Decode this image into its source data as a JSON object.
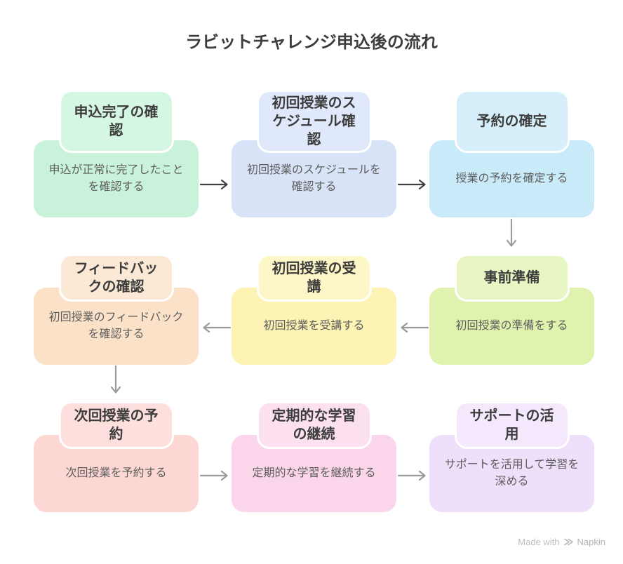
{
  "title": "ラビットチャレンジ申込後の流れ",
  "nodes": [
    {
      "title": "申込完了の確認",
      "description": "申込が正常に完了したことを確認する",
      "body_color": "#c9f2da",
      "header_color": "#d5f6e3"
    },
    {
      "title": "初回授業のスケジュール確認",
      "description": "初回授業のスケジュールを確認する",
      "body_color": "#d8e3f8",
      "header_color": "#e0e9fb"
    },
    {
      "title": "予約の確定",
      "description": "授業の予約を確定する",
      "body_color": "#c9eaf8",
      "header_color": "#d6effa"
    },
    {
      "title": "事前準備",
      "description": "初回授業の準備をする",
      "body_color": "#dff3ae",
      "header_color": "#e7f6c2"
    },
    {
      "title": "初回授業の受講",
      "description": "初回授業を受講する",
      "body_color": "#fcf3b4",
      "header_color": "#fdf6c6"
    },
    {
      "title": "フィードバックの確認",
      "description": "初回授業のフィードバックを確認する",
      "body_color": "#fae1c7",
      "header_color": "#fbe9d5"
    },
    {
      "title": "次回授業の予約",
      "description": "次回授業を予約する",
      "body_color": "#fcd7d3",
      "header_color": "#fde0dd"
    },
    {
      "title": "定期的な学習の継続",
      "description": "定期的な学習を継続する",
      "body_color": "#fbd5e9",
      "header_color": "#fce0ef"
    },
    {
      "title": "サポートの活用",
      "description": "サポートを活用して学習を深める",
      "body_color": "#eedffa",
      "header_color": "#f3e8fc"
    }
  ],
  "edges": [
    {
      "from": "申込完了の確認",
      "to": "初回授業のスケジュール確認",
      "direction": "right",
      "color": "#404040"
    },
    {
      "from": "初回授業のスケジュール確認",
      "to": "予約の確定",
      "direction": "right",
      "color": "#404040"
    },
    {
      "from": "予約の確定",
      "to": "事前準備",
      "direction": "down",
      "color": "#9a9a9a"
    },
    {
      "from": "事前準備",
      "to": "初回授業の受講",
      "direction": "left",
      "color": "#9a9a9a"
    },
    {
      "from": "初回授業の受講",
      "to": "フィードバックの確認",
      "direction": "left",
      "color": "#9a9a9a"
    },
    {
      "from": "フィードバックの確認",
      "to": "次回授業の予約",
      "direction": "down",
      "color": "#9a9a9a"
    },
    {
      "from": "次回授業の予約",
      "to": "定期的な学習の継続",
      "direction": "right",
      "color": "#9a9a9a"
    },
    {
      "from": "定期的な学習の継続",
      "to": "サポートの活用",
      "direction": "right",
      "color": "#9a9a9a"
    }
  ],
  "watermark": {
    "prefix": "Made with",
    "brand": "Napkin"
  }
}
